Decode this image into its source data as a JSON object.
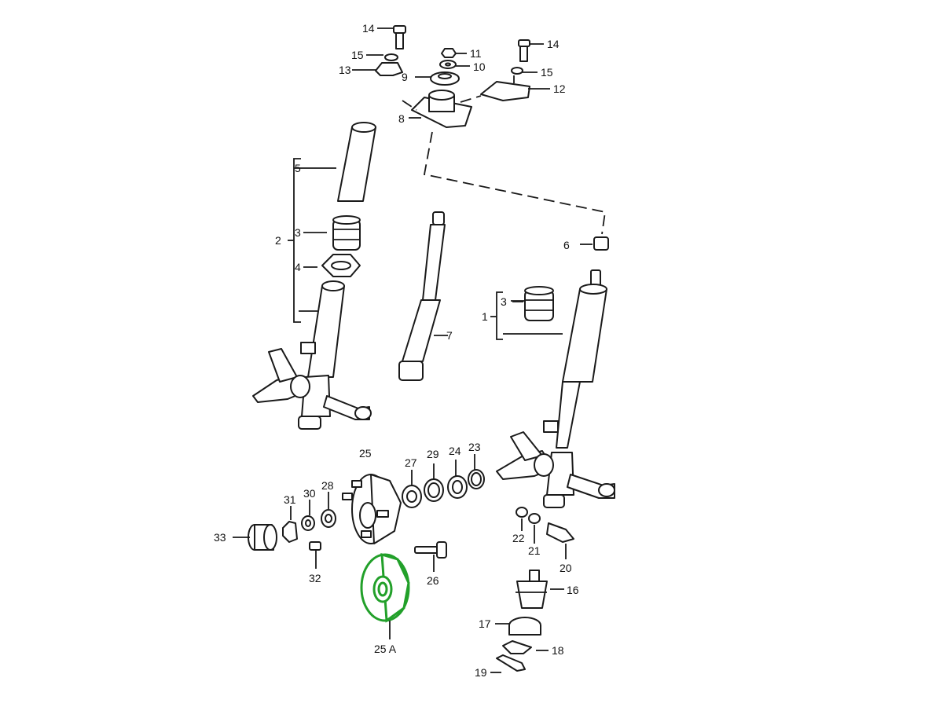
{
  "highlight_color": "#22a02a",
  "callouts": {
    "c1": "1",
    "c2": "2",
    "c3a": "3",
    "c3b": "3",
    "c4": "4",
    "c5": "5",
    "c6": "6",
    "c7": "7",
    "c8": "8",
    "c9": "9",
    "c10": "10",
    "c11": "11",
    "c12": "12",
    "c13": "13",
    "c14a": "14",
    "c14b": "14",
    "c15a": "15",
    "c15b": "15",
    "c16": "16",
    "c17": "17",
    "c18": "18",
    "c19": "19",
    "c20": "20",
    "c21": "21",
    "c22": "22",
    "c23": "23",
    "c24": "24",
    "c25": "25",
    "c25a": "25 A",
    "c26": "26",
    "c27": "27",
    "c28": "28",
    "c29": "29",
    "c30": "30",
    "c31": "31",
    "c32": "32",
    "c33": "33"
  }
}
